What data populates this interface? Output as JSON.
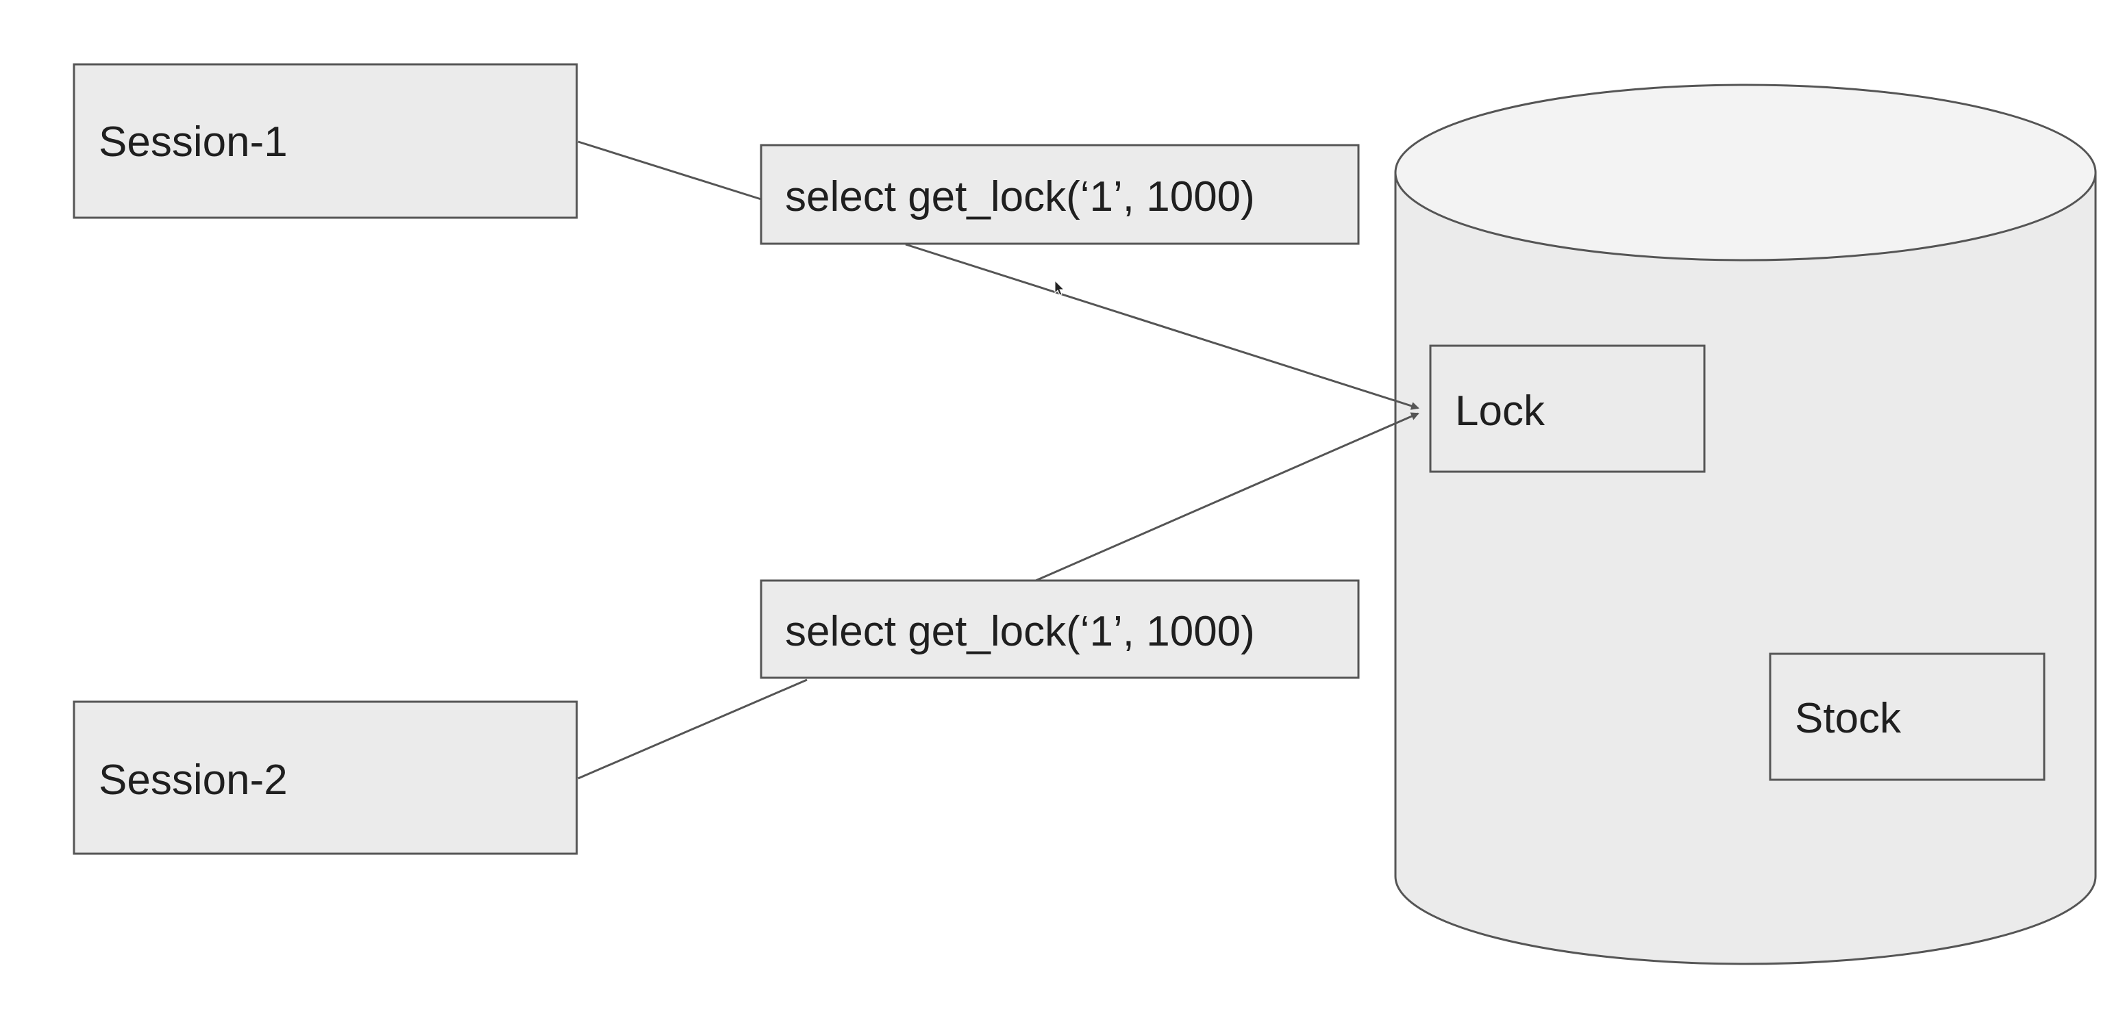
{
  "nodes": {
    "session1": {
      "label": "Session-1"
    },
    "session2": {
      "label": "Session-2"
    },
    "query1": {
      "label": "select get_lock(‘1’, 1000)"
    },
    "query2": {
      "label": "select get_lock(‘1’, 1000)"
    },
    "lock": {
      "label": "Lock"
    },
    "stock": {
      "label": "Stock"
    }
  },
  "colors": {
    "box_fill": "#ebebeb",
    "cylinder_top_fill": "#f3f3f3",
    "stroke": "#555555",
    "text": "#1f1f1f"
  },
  "icons": {
    "cursor": "mouse-pointer-icon"
  }
}
